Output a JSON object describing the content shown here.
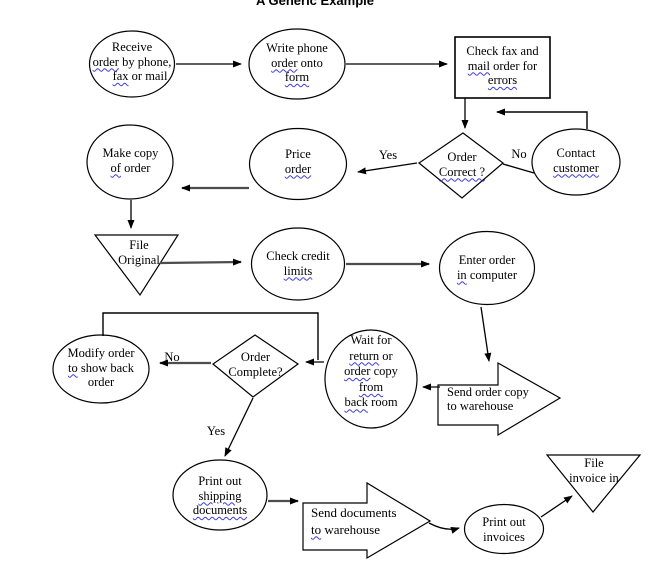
{
  "title": "A Generic Example",
  "colors": {
    "ink": "#000000",
    "gray": "#4d4d4d",
    "wavy": "#3d3dd6",
    "bg": "#ffffff"
  },
  "connector_labels": {
    "yes1": "Yes",
    "no1": "No",
    "no2": "No",
    "yes2": "Yes"
  },
  "nodes": {
    "receive": {
      "shape": "ellipse",
      "l1": "Receive",
      "l2a": "order",
      "l2b": " by phone,",
      "l3a": "fax",
      "l3b": " or mail"
    },
    "write_phone": {
      "shape": "ellipse",
      "l1": "Write phone",
      "l2a": "order",
      "l2b": " onto",
      "l3a": "form"
    },
    "check_fax": {
      "shape": "rectangle",
      "l1": "Check fax and",
      "l2a": "mail",
      "l2b": " order for",
      "l3a": "errors"
    },
    "make_copy": {
      "shape": "ellipse",
      "l1": "Make copy",
      "l2a": "of",
      "l2b": " order"
    },
    "price_order": {
      "shape": "ellipse",
      "l1": "Price",
      "l2a": "order"
    },
    "order_correct": {
      "shape": "diamond",
      "l1": "Order",
      "l2a": "Correct ?"
    },
    "contact": {
      "shape": "ellipse",
      "l1": "Contact",
      "l2a": "customer"
    },
    "file_original": {
      "shape": "triangle",
      "l1": "File",
      "l2": "Original"
    },
    "check_credit": {
      "shape": "ellipse",
      "l1": "Check credit",
      "l2a": "limits"
    },
    "enter_order": {
      "shape": "ellipse",
      "l1": "Enter order",
      "l2a": "in",
      "l2b": " computer"
    },
    "modify_order": {
      "shape": "ellipse",
      "l1": "Modify order",
      "l2a": "to",
      "l2b": " show back",
      "l3": "order"
    },
    "order_complete": {
      "shape": "diamond",
      "l1": "Order",
      "l2": "Complete?"
    },
    "wait_return": {
      "shape": "ellipse",
      "l1": "Wait for",
      "l2a": "return",
      "l2b": " or",
      "l3a": "order",
      "l3b": " copy",
      "l4a": "from",
      "l5a": "back",
      "l5b": " room"
    },
    "send_order_copy": {
      "shape": "block-arrow",
      "l1": "Send order copy",
      "l2": "to warehouse"
    },
    "print_shipping": {
      "shape": "ellipse",
      "l1": "Print out",
      "l2a": "shipping",
      "l3a": "documents"
    },
    "send_documents": {
      "shape": "block-arrow",
      "l1": "Send documents",
      "l2a": "to",
      "l2b": " warehouse"
    },
    "print_invoices": {
      "shape": "ellipse",
      "l1": "Print out",
      "l2": "invoices"
    },
    "file_invoice": {
      "shape": "triangle",
      "l1": "File",
      "l2": "invoice in"
    }
  }
}
